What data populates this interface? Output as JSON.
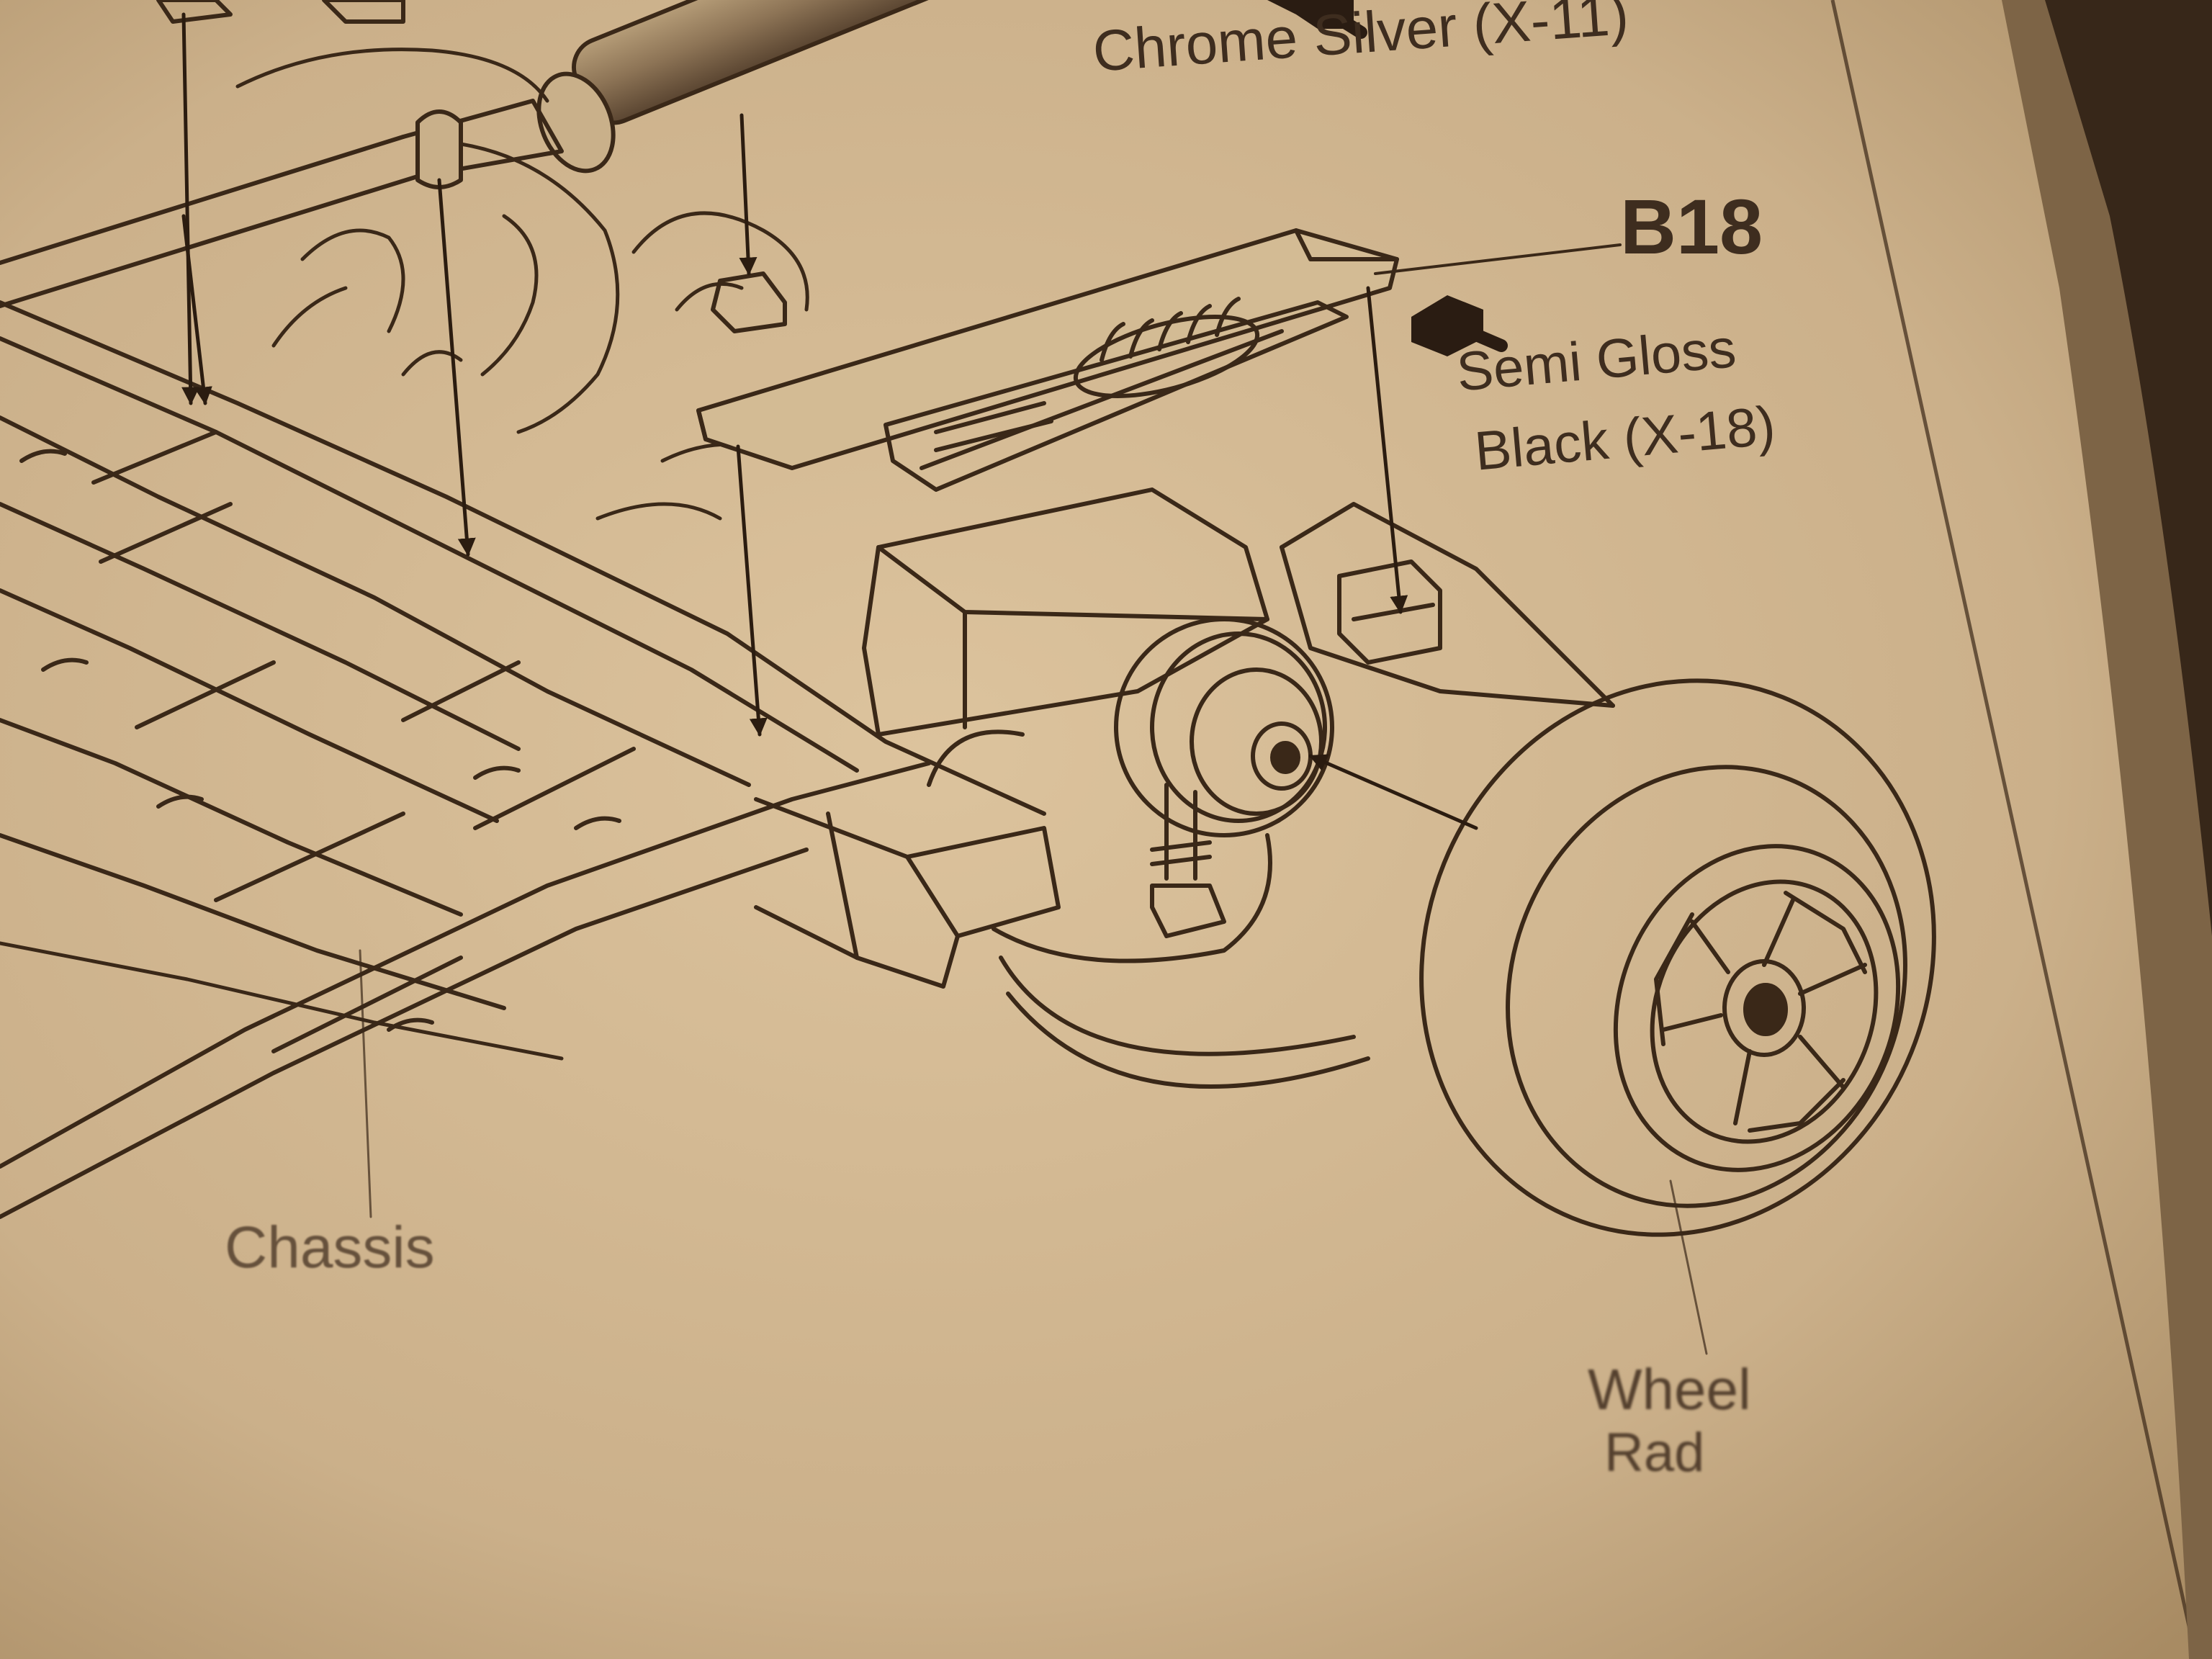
{
  "diagram": {
    "paint_callouts": [
      {
        "name": "Chrome Silver (X-11)",
        "swatch_color": "#2a1c12"
      },
      {
        "name": "Semi Gloss",
        "name_line2": "Black (X-18)",
        "swatch_color": "#2a1c12"
      }
    ],
    "part_number": "B18",
    "part_labels": {
      "chassis": "Chassis",
      "wheel": "Wheel",
      "wheel_line2": "Rad"
    },
    "colors": {
      "paper": "#cdb48e",
      "ink": "#3a2818",
      "page_edge": "#1c120a"
    }
  }
}
